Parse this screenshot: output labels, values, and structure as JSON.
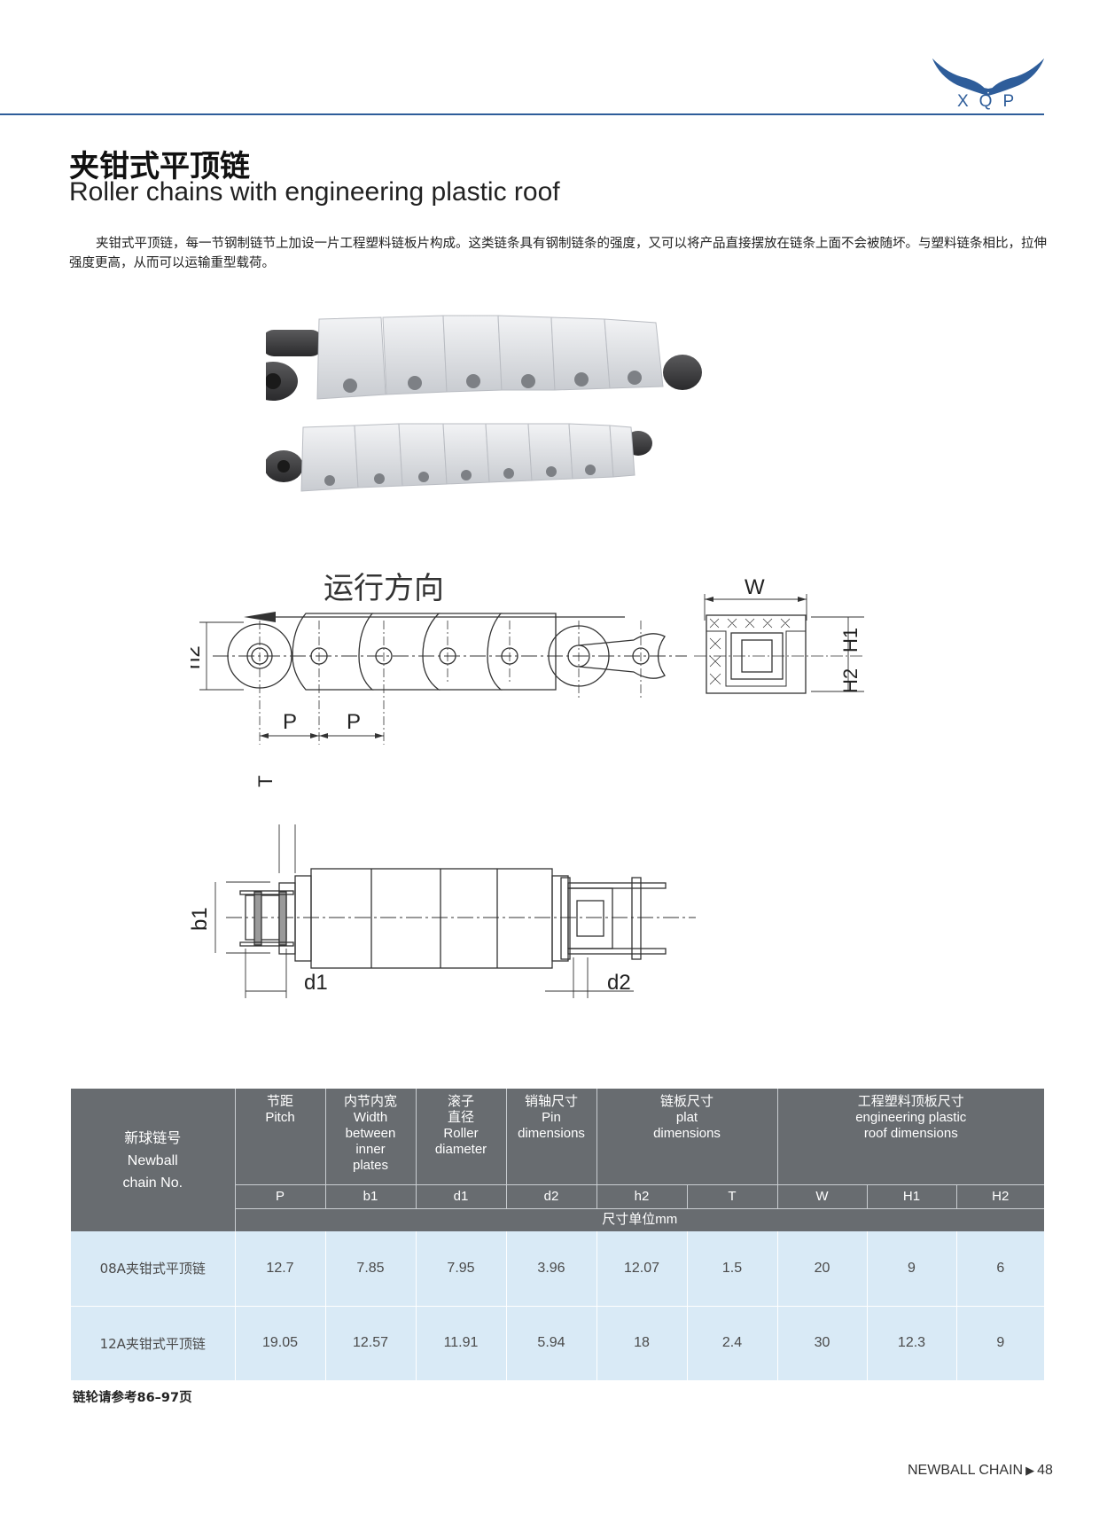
{
  "header": {
    "logo_text": "XQP"
  },
  "title": {
    "cn": "夹钳式平顶链",
    "en": "Roller chains with engineering plastic roof"
  },
  "intro": {
    "text": "夹钳式平顶链，每一节钢制链节上加设一片工程塑料链板片构成。这类链条具有钢制链条的强度，又可以将产品直接摆放在链条上面不会被随坏。与塑料链条相比，拉伸强度更高，从而可以运输重型载荷。"
  },
  "drawing": {
    "direction_label": "运行方向",
    "labels": {
      "W": "W",
      "H1": "H1",
      "H2": "H2",
      "h2": "h2",
      "P1": "P",
      "P2": "P",
      "T": "T",
      "b1": "b1",
      "d1": "d1",
      "d2": "d2"
    }
  },
  "table": {
    "chain_header": [
      "新球链号",
      "Newball",
      "chain No."
    ],
    "groups": [
      {
        "cn": "节距",
        "en": [
          "Pitch"
        ]
      },
      {
        "cn": "内节内宽",
        "en": [
          "Width",
          "between",
          "inner",
          "plates"
        ]
      },
      {
        "cn": "滚子",
        "en": [
          "直径",
          "Roller",
          "diameter"
        ]
      },
      {
        "cn": "销轴尺寸",
        "en": [
          "Pin",
          "dimensions"
        ]
      },
      {
        "cn": "链板尺寸",
        "en": [
          "plat",
          "dimensions"
        ]
      },
      {
        "cn": "工程塑料顶板尺寸",
        "en": [
          "engineering plastic",
          "roof dimensions"
        ]
      }
    ],
    "symbols": [
      "P",
      "b1",
      "d1",
      "d2",
      "h2",
      "T",
      "W",
      "H1",
      "H2"
    ],
    "unit": "尺寸单位mm",
    "rows": [
      {
        "model": "08A夹钳式平顶链",
        "values": [
          "12.7",
          "7.85",
          "7.95",
          "3.96",
          "12.07",
          "1.5",
          "20",
          "9",
          "6"
        ]
      },
      {
        "model": "12A夹钳式平顶链",
        "values": [
          "19.05",
          "12.57",
          "11.91",
          "5.94",
          "18",
          "2.4",
          "30",
          "12.3",
          "9"
        ]
      }
    ]
  },
  "footnote": "链轮请参考86–97页",
  "footer": {
    "brand": "NEWBALL CHAIN",
    "page": "48"
  },
  "colors": {
    "brand_blue": "#2e5d9a",
    "table_header": "#686c70",
    "table_body": "#d9eaf6"
  }
}
